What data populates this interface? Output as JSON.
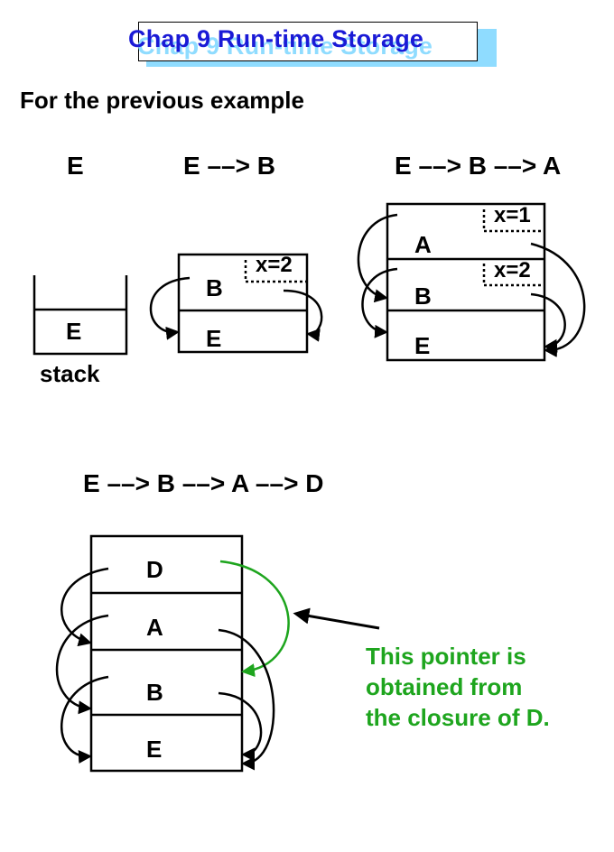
{
  "slide": {
    "title": "Chap 9   Run-time Storage",
    "subtitle": "For the previous example"
  },
  "scenario1": {
    "caption": "E",
    "frames": [
      "E"
    ],
    "stack_label": "stack"
  },
  "scenario2": {
    "caption": "E ––> B",
    "frames": [
      "B",
      "E"
    ],
    "var_label": "x=2"
  },
  "scenario3": {
    "caption": "E ––> B ––> A",
    "frames": [
      "A",
      "B",
      "E"
    ],
    "var_labels": [
      "x=1",
      "x=2"
    ]
  },
  "scenario4": {
    "caption": "E ––> B ––> A ––> D",
    "frames": [
      "D",
      "A",
      "B",
      "E"
    ],
    "note_lines": [
      "This pointer is",
      "obtained from",
      "the closure of D."
    ]
  },
  "colors": {
    "title": "#1a1ad6",
    "title_shadow": "#8fdcff",
    "highlight_pointer": "#1ea51e",
    "ink": "#000000"
  }
}
